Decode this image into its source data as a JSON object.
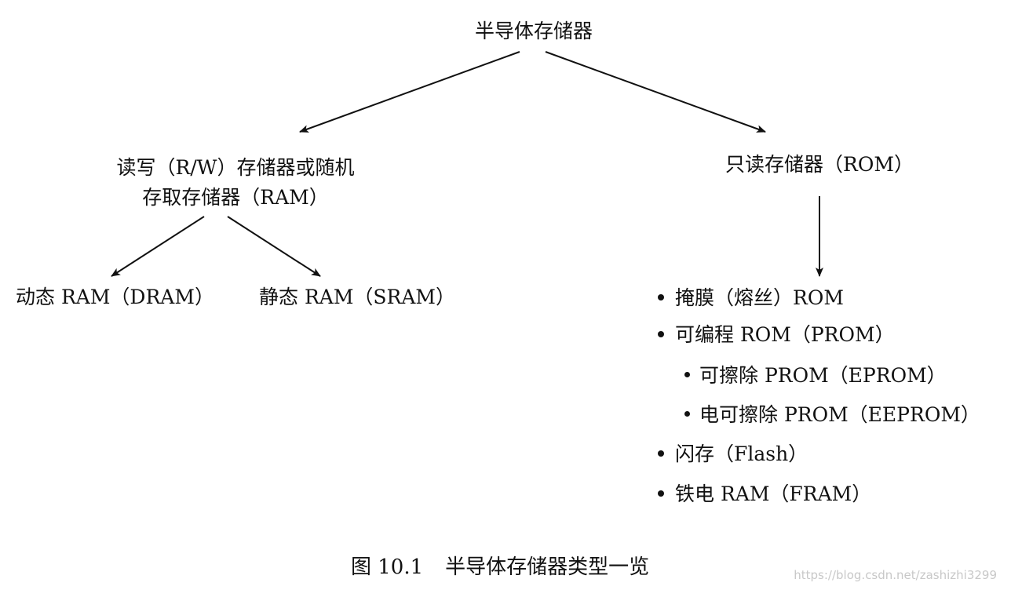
{
  "root": {
    "label": "半导体存储器"
  },
  "rw_memory": {
    "line1": "读写（R/W）存储器或随机",
    "line2": "存取存储器（RAM）"
  },
  "rom": {
    "label": "只读存储器（ROM）"
  },
  "dram": {
    "label": "动态 RAM（DRAM）"
  },
  "sram": {
    "label": "静态 RAM（SRAM）"
  },
  "rom_types": [
    {
      "label": "掩膜（熔丝）ROM",
      "level": 0
    },
    {
      "label": "可编程 ROM（PROM）",
      "level": 0
    },
    {
      "label": "可擦除 PROM（EPROM）",
      "level": 1
    },
    {
      "label": "电可擦除 PROM（EEPROM）",
      "level": 1
    },
    {
      "label": "闪存（Flash）",
      "level": 0
    },
    {
      "label": "铁电 RAM（FRAM）",
      "level": 0
    }
  ],
  "caption": {
    "number": "图 10.1",
    "title": "半导体存储器类型一览"
  },
  "watermark": "https://blog.csdn.net/zashizhi3299",
  "colors": {
    "text": "#111111",
    "arrow": "#111111",
    "watermark": "#c8c8c8"
  }
}
